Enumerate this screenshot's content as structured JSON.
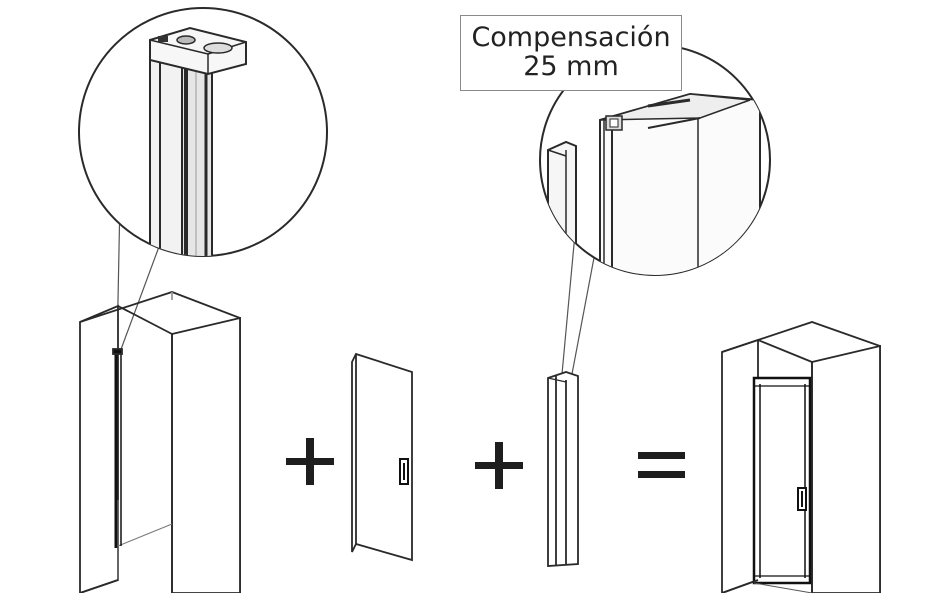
{
  "callout": {
    "line1": "Compensación",
    "line2": "25 mm"
  },
  "operators": [
    "plus-operator",
    "plus-operator",
    "equals-operator"
  ],
  "colors": {
    "stroke": "#2a2a2a",
    "light_stroke": "#6a6a6a",
    "fill_light": "#f4f4f4",
    "label_border": "#8a8a8a",
    "operator": "#1e1e1e"
  }
}
